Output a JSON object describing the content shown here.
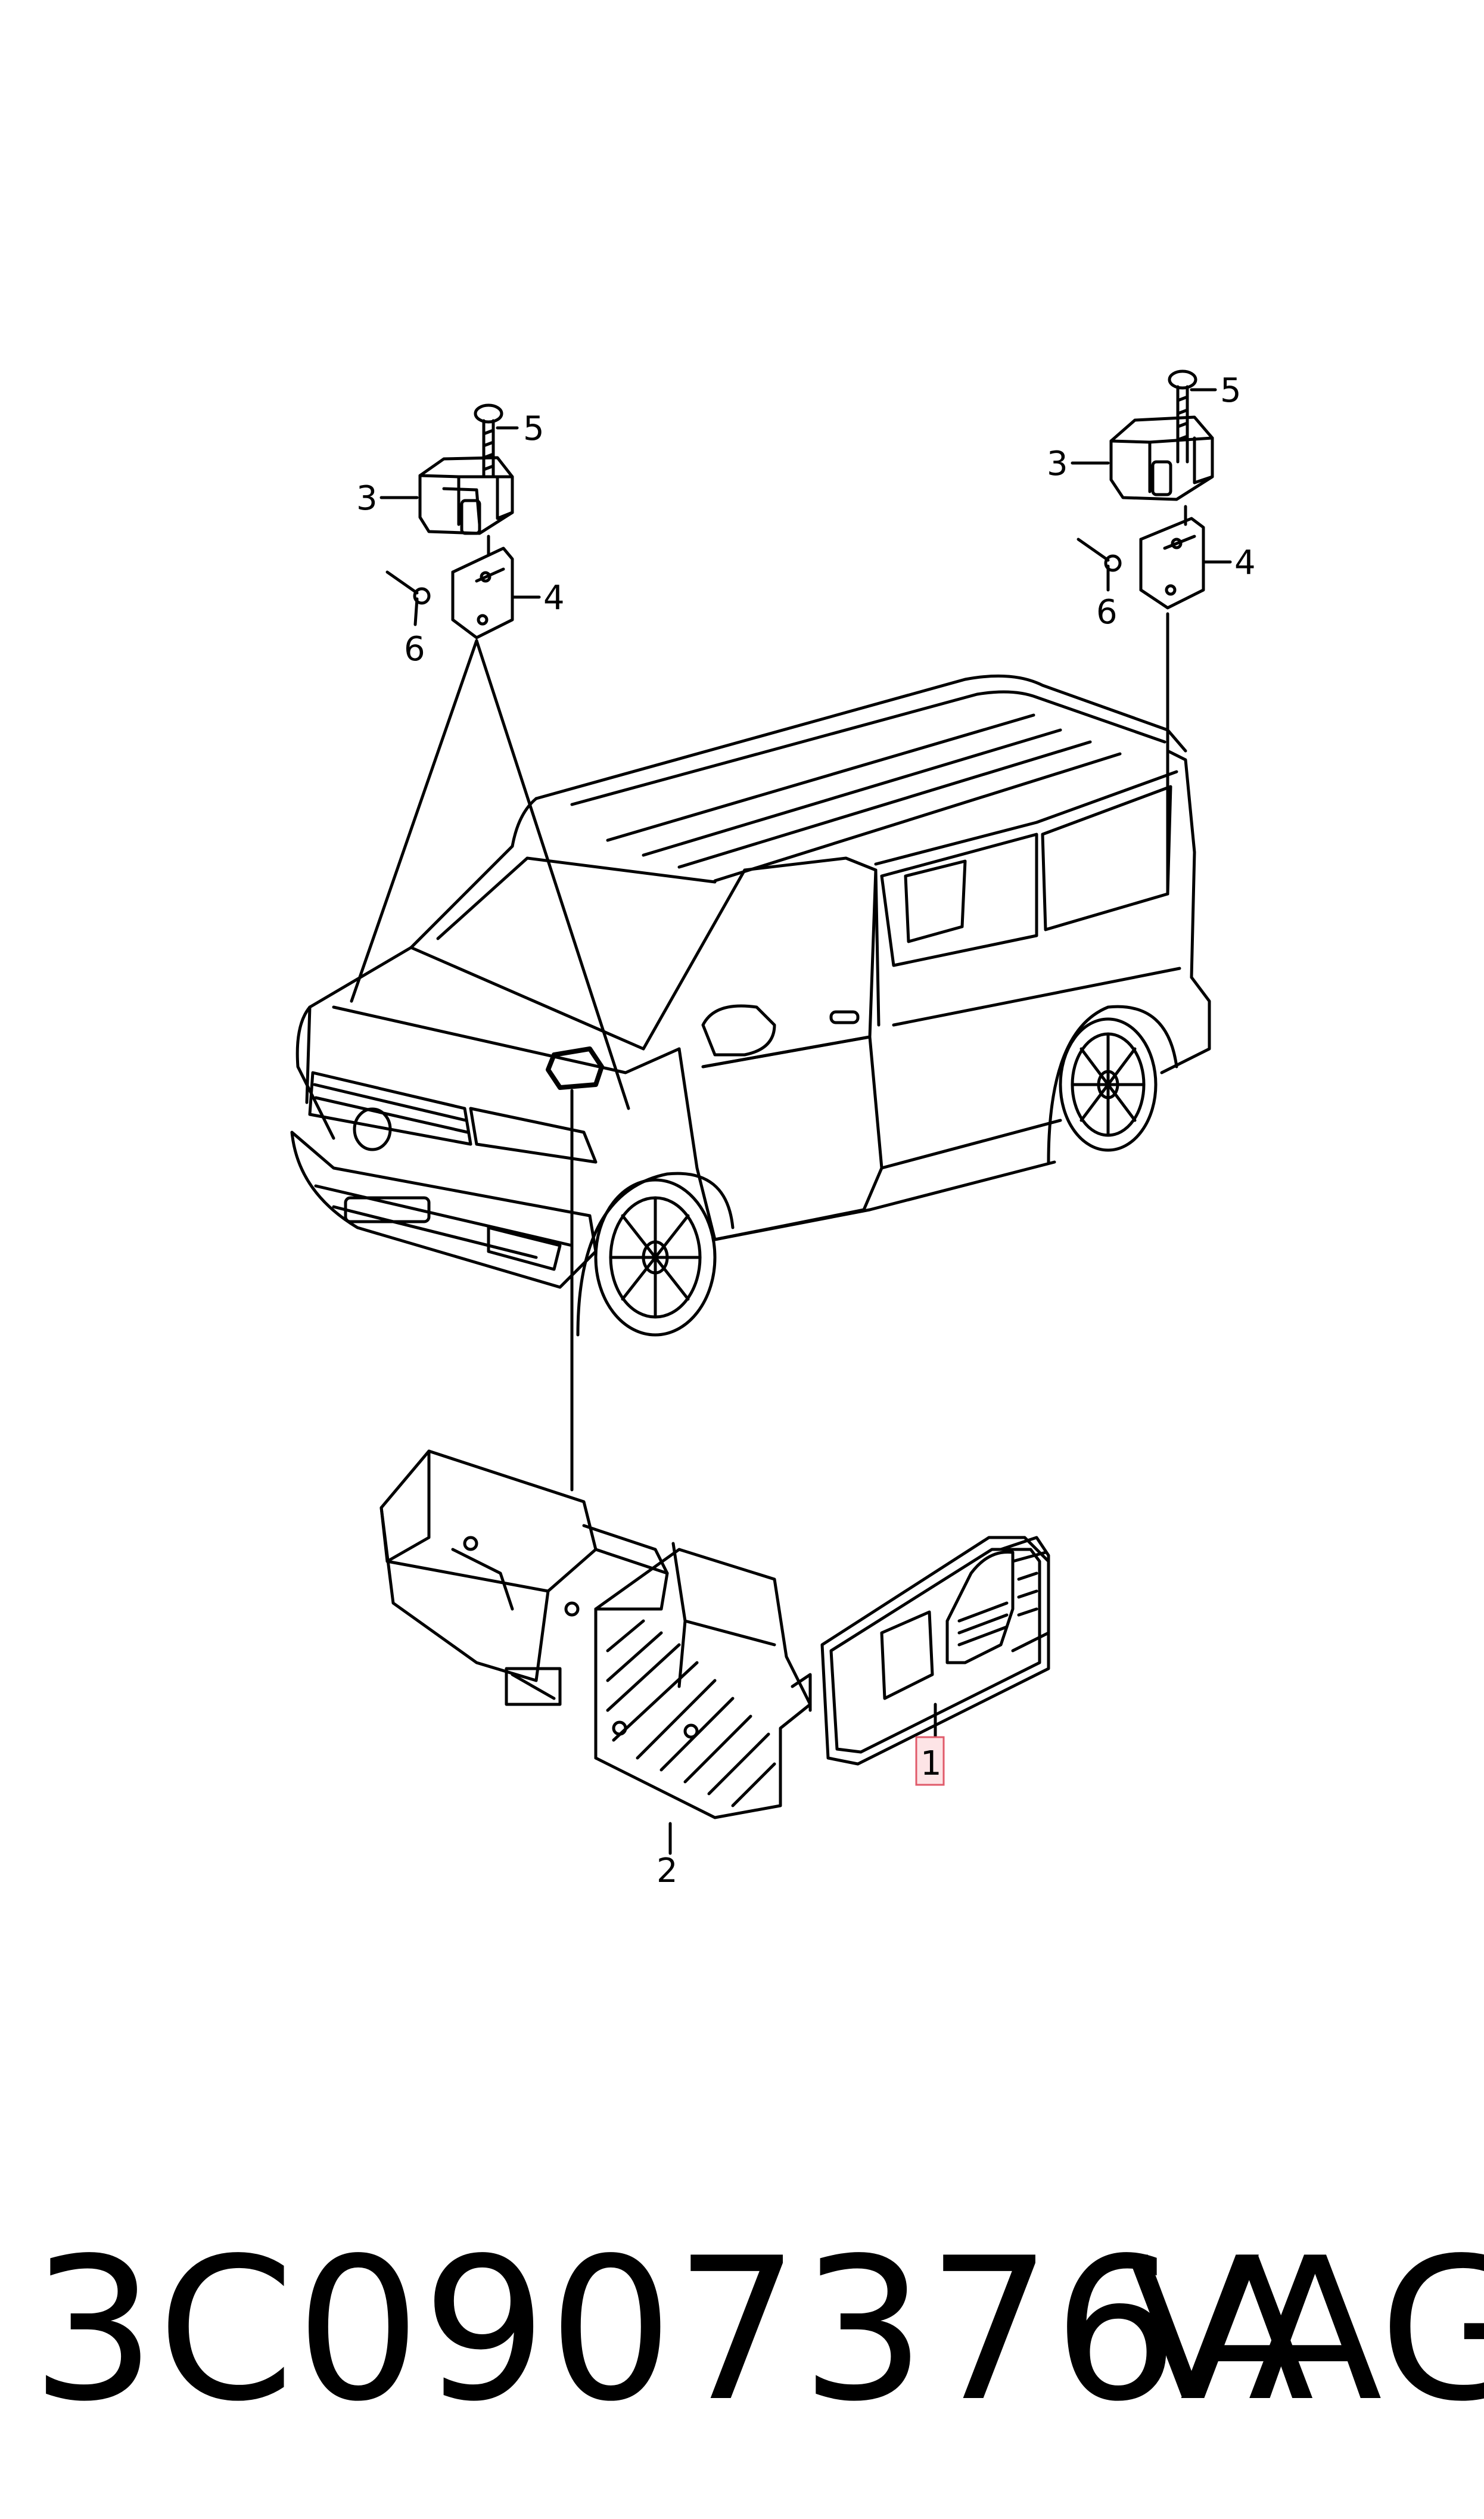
{
  "diagram": {
    "callouts": {
      "c1": "1",
      "c2": "2",
      "c3_left": "3",
      "c3_right": "3",
      "c4_left": "4",
      "c4_right": "4",
      "c5_left": "5",
      "c5_right": "5",
      "c6_left": "6",
      "c6_right": "6"
    },
    "highlighted_callout": "1",
    "highlight_color": "#fde4e6"
  },
  "footer": {
    "part_number": "3C0907376A",
    "brand": "VAG"
  }
}
